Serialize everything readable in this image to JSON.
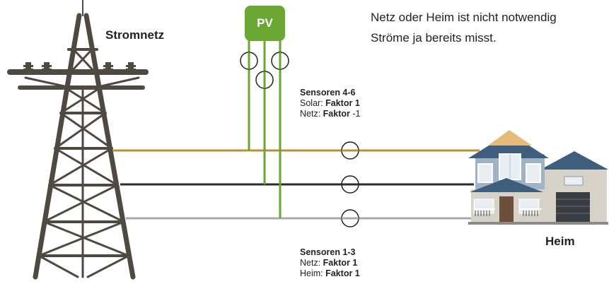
{
  "labels": {
    "grid": "Stromnetz",
    "home": "Heim",
    "pv": "PV"
  },
  "intro_text": [
    "Netz oder Heim ist nicht notwendig",
    "Ströme ja bereits misst."
  ],
  "sensors_top": {
    "heading": "Sensoren 4-6",
    "line1_label": "Solar: ",
    "line1_value": "Faktor 1",
    "line2_label": "Netz: ",
    "line2_value": "Faktor",
    "line2_suffix": " -1"
  },
  "sensors_bottom": {
    "heading": "Sensoren 1-3",
    "line1_label": "Netz: ",
    "line1_value": "Faktor 1",
    "line2_label": "Heim: ",
    "line2_value": "Faktor 1"
  },
  "colors": {
    "phase_1": "#b8913a",
    "phase_2": "#2b2b2b",
    "phase_3": "#a9a9a9",
    "pv_green": "#6aa632",
    "tower": "#4e4a42"
  }
}
